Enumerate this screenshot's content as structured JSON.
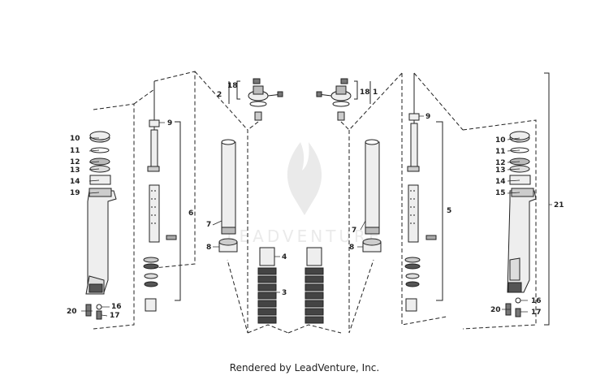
{
  "callouts": {
    "n1": "1",
    "n2": "2",
    "n3": "3",
    "n4": "4",
    "n5": "5",
    "n6": "6",
    "n7": "7",
    "n8": "8",
    "n9": "9",
    "n10": "10",
    "n11": "11",
    "n12": "12",
    "n13": "13",
    "n14": "14",
    "n15": "15",
    "n16": "16",
    "n17": "17",
    "n18": "18",
    "n19": "19",
    "n20": "20",
    "n21": "21"
  },
  "watermark": {
    "text": "LEADVENTURE"
  },
  "footer": {
    "text": "Rendered by LeadVenture, Inc."
  },
  "colors": {
    "line": "#222222",
    "part_fill": "#eeeeee",
    "part_dark": "#555555",
    "watermark": "#d9d9d9"
  }
}
